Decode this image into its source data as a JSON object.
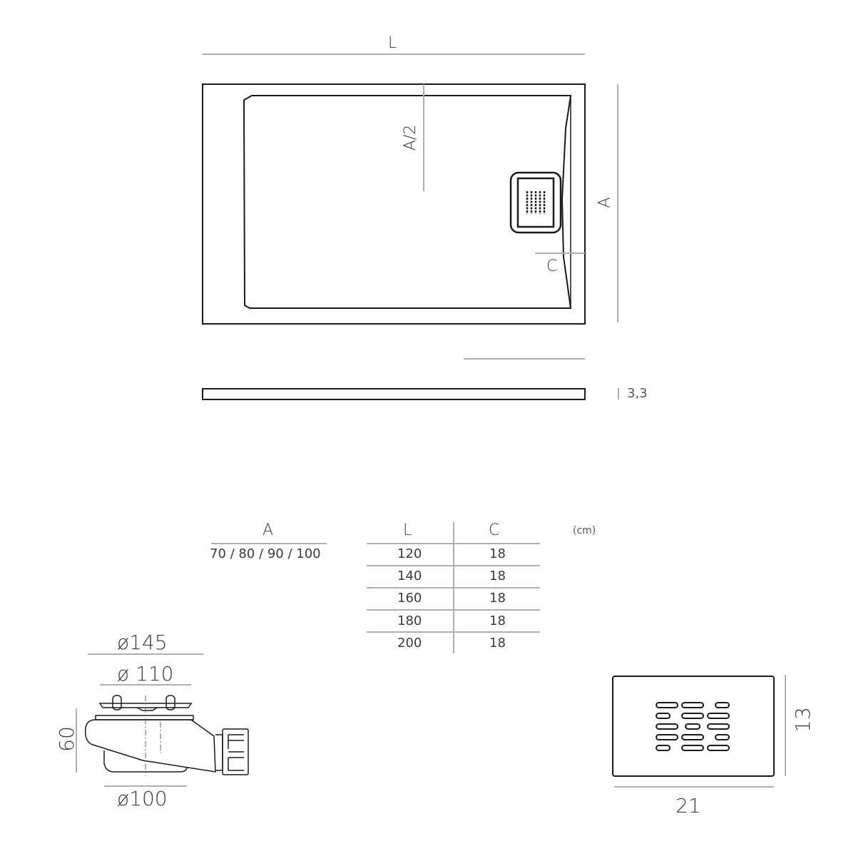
{
  "top_view": {
    "label_length": "L",
    "label_width": "A",
    "label_half_width": "A/2",
    "label_drain_offset": "C"
  },
  "side_view": {
    "thickness_label": "3,3"
  },
  "dimension_table": {
    "unit": "(cm)",
    "width_header": "A",
    "width_values": "70 / 80 / 90 / 100",
    "columns": [
      "L",
      "C"
    ],
    "rows": [
      {
        "L": "120",
        "C": "18"
      },
      {
        "L": "140",
        "C": "18"
      },
      {
        "L": "160",
        "C": "18"
      },
      {
        "L": "180",
        "C": "18"
      },
      {
        "L": "200",
        "C": "18"
      }
    ]
  },
  "drain_siphon": {
    "outer_diameter": "ø145",
    "inner_diameter": "ø 110",
    "bottom_diameter": "ø100",
    "height": "60"
  },
  "drain_grate": {
    "width": "21",
    "height": "13"
  },
  "colors": {
    "outline": "#1a1a1a",
    "dimension_line": "#a9b1b8",
    "text": "#3a3a3a"
  }
}
